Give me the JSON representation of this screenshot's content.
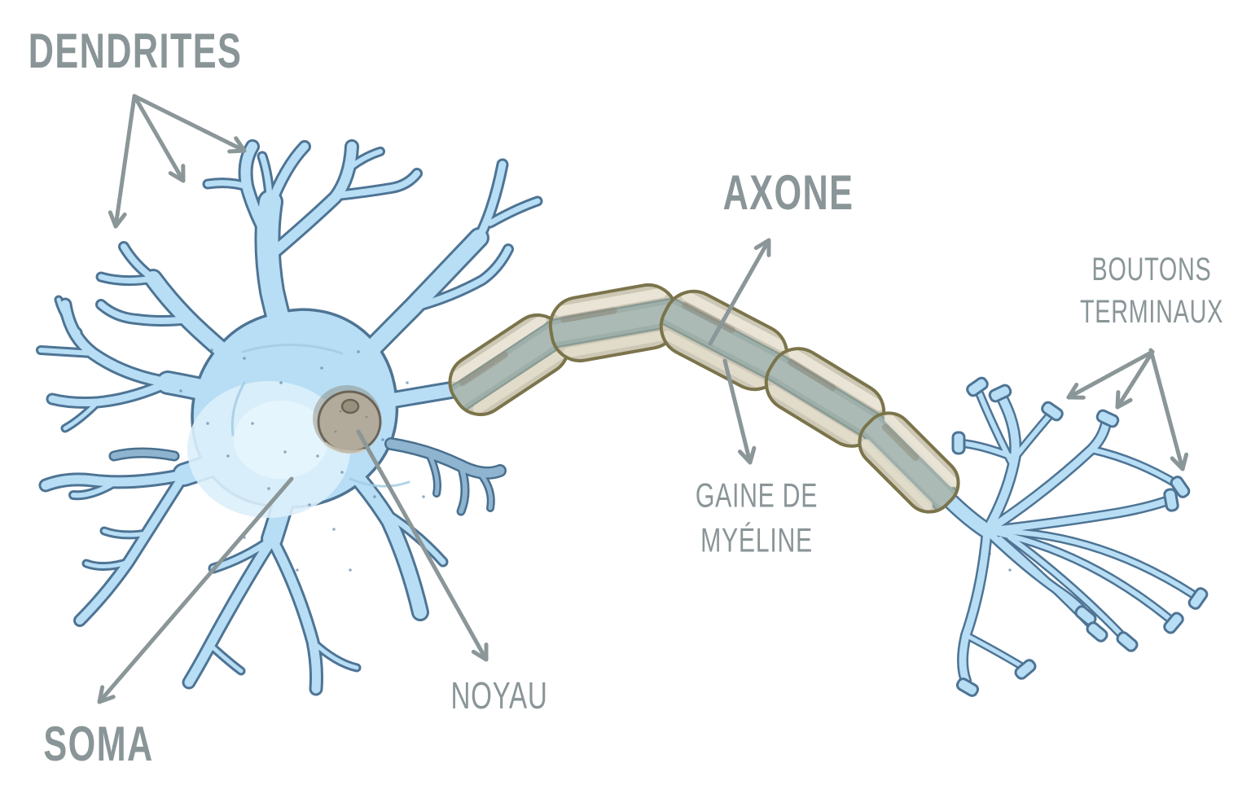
{
  "labels": {
    "dendrites": "DENDRITES",
    "axone": "AXONE",
    "soma": "SOMA",
    "noyau": "NOYAU",
    "gaine_line1": "GAINE DE",
    "gaine_line2": "MYÉLINE",
    "boutons_line1": "BOUTONS",
    "boutons_line2": "TERMINAUX"
  },
  "colors": {
    "label_color": "#8a9598",
    "arrow_color": "#8b9698",
    "cell_fill": "#b7def5",
    "cell_outline": "#4e7494",
    "cell_glow": "#dcf0fb",
    "cell_glow_core": "#e8f6fd",
    "accent_fill": "#8fb4cf",
    "accent_outline": "#486f8e",
    "crease": "#a3cbe4",
    "speckle": "#5d7f9c",
    "nucleus_fill": "#b2aa9b",
    "nucleus_outline": "#6b6356",
    "nucleus_shadow": "#8a8374",
    "nucleus_highlight": "#d6d0c2",
    "nucleolus_fill": "#98907d",
    "myelin_fill": "#cdc7b6",
    "myelin_outline": "#7b744b",
    "myelin_highlight": "#ece7d8",
    "myelin_highlight2": "#e4decd",
    "myelin_smudge": "#8e8778",
    "axon_band": "#9eafaa",
    "axon_band_inner": "#abbab4",
    "axon_band_edge": "#7f948e",
    "background": "#ffffff"
  }
}
